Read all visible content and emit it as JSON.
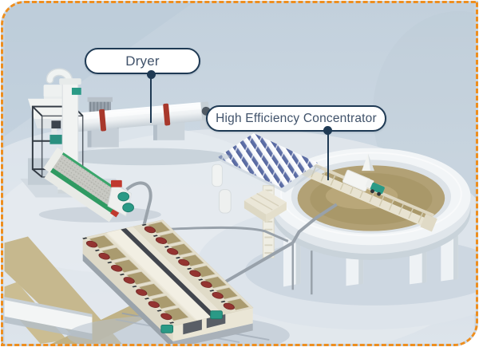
{
  "frame": {
    "accent_border_color": "#ee8e1e",
    "corner_style": "rounded top-left and bottom-right"
  },
  "callouts": {
    "dryer": {
      "label": "Dryer"
    },
    "concentrator": {
      "label": "High Efficiency Concentrator"
    }
  },
  "palette": {
    "callout_border": "#1f3a54",
    "callout_text": "#40526a",
    "callout_bg": "#ffffff",
    "background_top": "#c2d0dc",
    "background_bottom": "#dde4eb",
    "machine_ivory": "#ece8da",
    "machine_white": "#f2f5f7",
    "ring_red": "#a8382c",
    "plate_red": "#c0392e",
    "rail_green": "#3aa56b",
    "motor_teal": "#2a9a86",
    "pool_tan": "#b2a175",
    "bag_blue": "#5e6fa8",
    "path_khaki": "#c6b88e",
    "pipe_gray": "#98a1aa"
  }
}
